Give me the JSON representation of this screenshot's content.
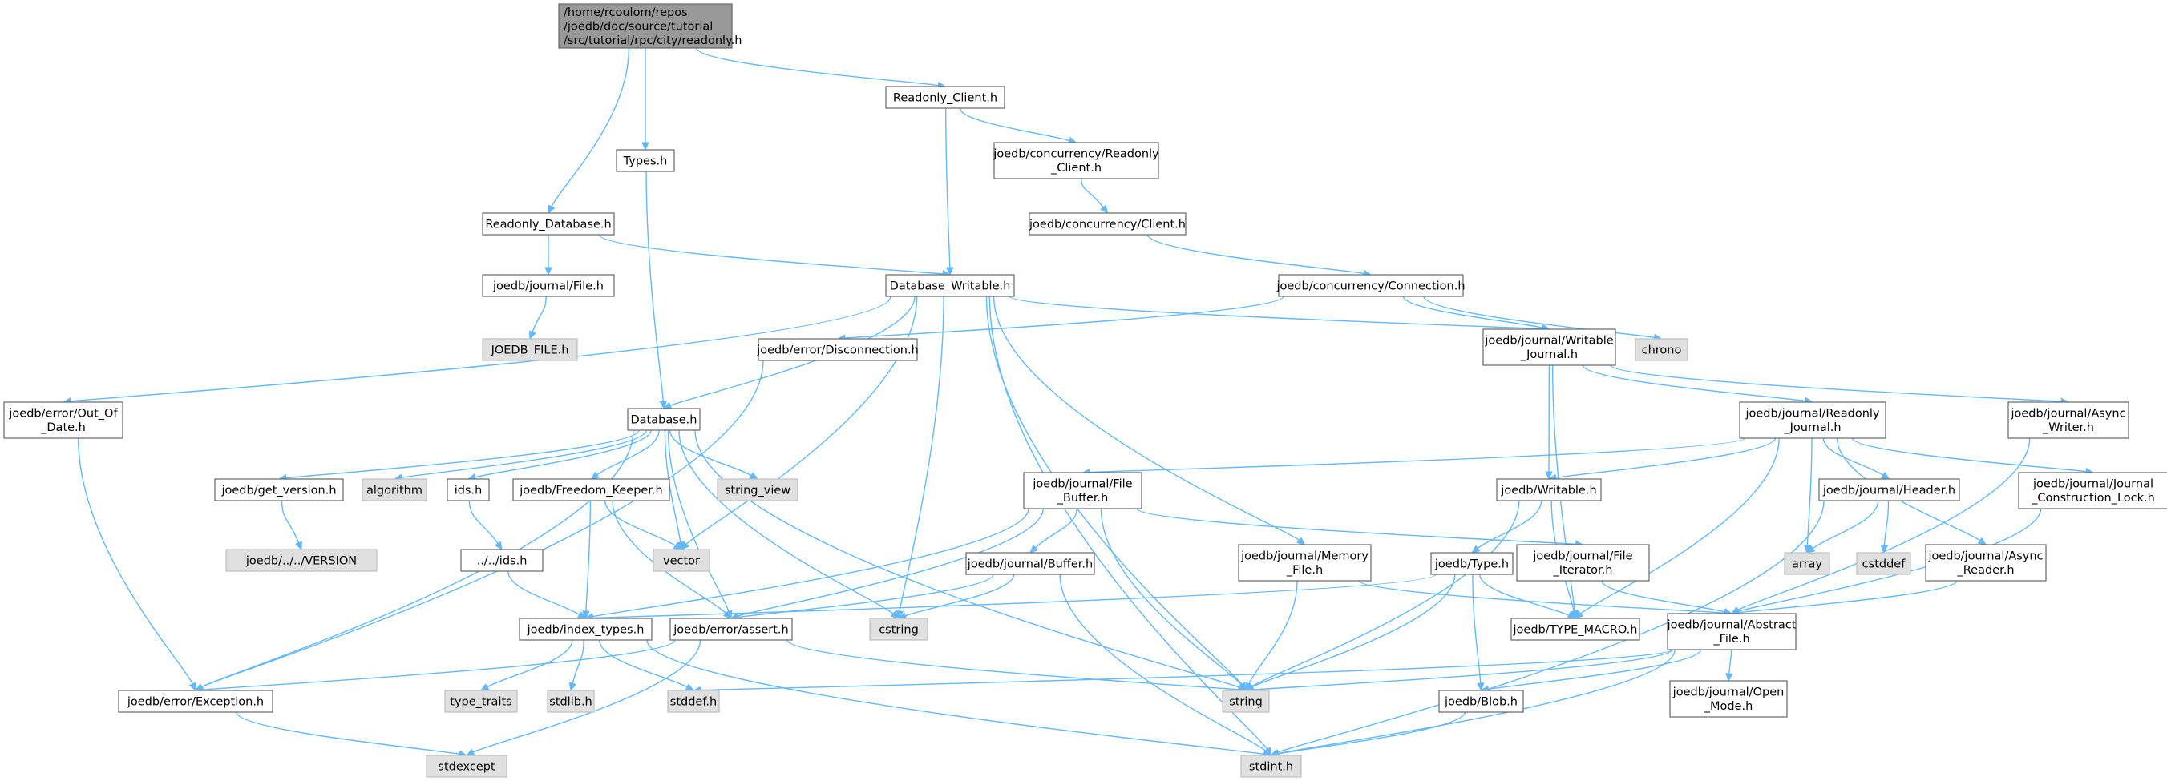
{
  "diagram": {
    "nodes": [
      {
        "id": "root",
        "style": "root",
        "lines": [
          "/home/rcoulom/repos",
          "/joedb/doc/source/tutorial",
          "/src/tutorial/rpc/city/readonly.h"
        ]
      },
      {
        "id": "readonly_client",
        "style": "normal",
        "lines": [
          "Readonly_Client.h"
        ]
      },
      {
        "id": "types",
        "style": "normal",
        "lines": [
          "Types.h"
        ]
      },
      {
        "id": "conc_readonly_client",
        "style": "normal",
        "lines": [
          "joedb/concurrency/Readonly",
          "_Client.h"
        ]
      },
      {
        "id": "conc_client",
        "style": "normal",
        "lines": [
          "joedb/concurrency/Client.h"
        ]
      },
      {
        "id": "readonly_database",
        "style": "normal",
        "lines": [
          "Readonly_Database.h"
        ]
      },
      {
        "id": "database_writable",
        "style": "normal",
        "lines": [
          "Database_Writable.h"
        ]
      },
      {
        "id": "conc_connection",
        "style": "normal",
        "lines": [
          "joedb/concurrency/Connection.h"
        ]
      },
      {
        "id": "journal_file",
        "style": "normal",
        "lines": [
          "joedb/journal/File.h"
        ]
      },
      {
        "id": "joedb_file",
        "style": "system",
        "lines": [
          "JOEDB_FILE.h"
        ]
      },
      {
        "id": "error_disconnection",
        "style": "normal",
        "lines": [
          "joedb/error/Disconnection.h"
        ]
      },
      {
        "id": "writable_journal",
        "style": "normal",
        "lines": [
          "joedb/journal/Writable",
          "_Journal.h"
        ]
      },
      {
        "id": "chrono",
        "style": "system",
        "lines": [
          "chrono"
        ]
      },
      {
        "id": "error_out_of_date",
        "style": "normal",
        "lines": [
          "joedb/error/Out_Of",
          "_Date.h"
        ]
      },
      {
        "id": "database",
        "style": "normal",
        "lines": [
          "Database.h"
        ]
      },
      {
        "id": "readonly_journal",
        "style": "normal",
        "lines": [
          "joedb/journal/Readonly",
          "_Journal.h"
        ]
      },
      {
        "id": "async_writer",
        "style": "normal",
        "lines": [
          "joedb/journal/Async",
          "_Writer.h"
        ]
      },
      {
        "id": "get_version",
        "style": "normal",
        "lines": [
          "joedb/get_version.h"
        ]
      },
      {
        "id": "algorithm",
        "style": "system",
        "lines": [
          "algorithm"
        ]
      },
      {
        "id": "ids",
        "style": "normal",
        "lines": [
          "ids.h"
        ]
      },
      {
        "id": "freedom_keeper",
        "style": "normal",
        "lines": [
          "joedb/Freedom_Keeper.h"
        ]
      },
      {
        "id": "string_view",
        "style": "system",
        "lines": [
          "string_view"
        ]
      },
      {
        "id": "file_buffer",
        "style": "normal",
        "lines": [
          "joedb/journal/File",
          "_Buffer.h"
        ]
      },
      {
        "id": "writable",
        "style": "normal",
        "lines": [
          "joedb/Writable.h"
        ]
      },
      {
        "id": "header",
        "style": "normal",
        "lines": [
          "joedb/journal/Header.h"
        ]
      },
      {
        "id": "construction_lock",
        "style": "normal",
        "lines": [
          "joedb/journal/Journal",
          "_Construction_Lock.h"
        ]
      },
      {
        "id": "version",
        "style": "system",
        "lines": [
          "joedb/../../VERSION"
        ]
      },
      {
        "id": "dotdot_ids",
        "style": "normal",
        "lines": [
          "../../ids.h"
        ]
      },
      {
        "id": "vector",
        "style": "system",
        "lines": [
          "vector"
        ]
      },
      {
        "id": "memory_file",
        "style": "normal",
        "lines": [
          "joedb/journal/Memory",
          "_File.h"
        ]
      },
      {
        "id": "buffer",
        "style": "normal",
        "lines": [
          "joedb/journal/Buffer.h"
        ]
      },
      {
        "id": "type",
        "style": "normal",
        "lines": [
          "joedb/Type.h"
        ]
      },
      {
        "id": "file_iterator",
        "style": "normal",
        "lines": [
          "joedb/journal/File",
          "_Iterator.h"
        ]
      },
      {
        "id": "array",
        "style": "system",
        "lines": [
          "array"
        ]
      },
      {
        "id": "cstddef",
        "style": "system",
        "lines": [
          "cstddef"
        ]
      },
      {
        "id": "async_reader",
        "style": "normal",
        "lines": [
          "joedb/journal/Async",
          "_Reader.h"
        ]
      },
      {
        "id": "index_types",
        "style": "normal",
        "lines": [
          "joedb/index_types.h"
        ]
      },
      {
        "id": "error_assert",
        "style": "normal",
        "lines": [
          "joedb/error/assert.h"
        ]
      },
      {
        "id": "cstring",
        "style": "system",
        "lines": [
          "cstring"
        ]
      },
      {
        "id": "type_macro",
        "style": "normal",
        "lines": [
          "joedb/TYPE_MACRO.h"
        ]
      },
      {
        "id": "abstract_file",
        "style": "normal",
        "lines": [
          "joedb/journal/Abstract",
          "_File.h"
        ]
      },
      {
        "id": "error_exception",
        "style": "normal",
        "lines": [
          "joedb/error/Exception.h"
        ]
      },
      {
        "id": "type_traits",
        "style": "system",
        "lines": [
          "type_traits"
        ]
      },
      {
        "id": "stdlib",
        "style": "system",
        "lines": [
          "stdlib.h"
        ]
      },
      {
        "id": "stddef",
        "style": "system",
        "lines": [
          "stddef.h"
        ]
      },
      {
        "id": "string",
        "style": "system",
        "lines": [
          "string"
        ]
      },
      {
        "id": "blob",
        "style": "normal",
        "lines": [
          "joedb/Blob.h"
        ]
      },
      {
        "id": "open_mode",
        "style": "normal",
        "lines": [
          "joedb/journal/Open",
          "_Mode.h"
        ]
      },
      {
        "id": "stdexcept",
        "style": "system",
        "lines": [
          "stdexcept"
        ]
      },
      {
        "id": "stdint",
        "style": "system",
        "lines": [
          "stdint.h"
        ]
      }
    ],
    "edges": [
      [
        "root",
        "readonly_client"
      ],
      [
        "root",
        "types"
      ],
      [
        "root",
        "readonly_database"
      ],
      [
        "readonly_client",
        "conc_readonly_client"
      ],
      [
        "readonly_client",
        "database_writable"
      ],
      [
        "conc_readonly_client",
        "conc_client"
      ],
      [
        "conc_client",
        "conc_connection"
      ],
      [
        "types",
        "database"
      ],
      [
        "readonly_database",
        "journal_file"
      ],
      [
        "readonly_database",
        "database_writable"
      ],
      [
        "journal_file",
        "joedb_file"
      ],
      [
        "conc_connection",
        "error_disconnection"
      ],
      [
        "conc_connection",
        "writable_journal"
      ],
      [
        "conc_connection",
        "chrono"
      ],
      [
        "database_writable",
        "error_out_of_date"
      ],
      [
        "database_writable",
        "database"
      ],
      [
        "database_writable",
        "vector"
      ],
      [
        "database_writable",
        "cstring"
      ],
      [
        "database_writable",
        "stdint"
      ],
      [
        "database_writable",
        "string"
      ],
      [
        "database_writable",
        "memory_file"
      ],
      [
        "database_writable",
        "writable_journal"
      ],
      [
        "error_disconnection",
        "error_exception"
      ],
      [
        "error_out_of_date",
        "error_exception"
      ],
      [
        "writable_journal",
        "readonly_journal"
      ],
      [
        "writable_journal",
        "async_writer"
      ],
      [
        "writable_journal",
        "writable"
      ],
      [
        "writable_journal",
        "type_macro"
      ],
      [
        "database",
        "error_exception"
      ],
      [
        "database",
        "get_version"
      ],
      [
        "database",
        "algorithm"
      ],
      [
        "database",
        "ids"
      ],
      [
        "database",
        "freedom_keeper"
      ],
      [
        "database",
        "vector"
      ],
      [
        "database",
        "string_view"
      ],
      [
        "database",
        "error_assert"
      ],
      [
        "database",
        "cstring"
      ],
      [
        "database",
        "string"
      ],
      [
        "get_version",
        "version"
      ],
      [
        "ids",
        "dotdot_ids"
      ],
      [
        "dotdot_ids",
        "index_types"
      ],
      [
        "freedom_keeper",
        "index_types"
      ],
      [
        "freedom_keeper",
        "vector"
      ],
      [
        "freedom_keeper",
        "error_assert"
      ],
      [
        "readonly_journal",
        "file_buffer"
      ],
      [
        "readonly_journal",
        "writable"
      ],
      [
        "readonly_journal",
        "header"
      ],
      [
        "readonly_journal",
        "construction_lock"
      ],
      [
        "readonly_journal",
        "array"
      ],
      [
        "readonly_journal",
        "async_reader"
      ],
      [
        "readonly_journal",
        "type_macro"
      ],
      [
        "async_writer",
        "abstract_file"
      ],
      [
        "file_buffer",
        "index_types"
      ],
      [
        "file_buffer",
        "error_assert"
      ],
      [
        "file_buffer",
        "buffer"
      ],
      [
        "file_buffer",
        "file_iterator"
      ],
      [
        "file_buffer",
        "string"
      ],
      [
        "writable",
        "type"
      ],
      [
        "writable",
        "type_macro"
      ],
      [
        "writable",
        "string"
      ],
      [
        "header",
        "array"
      ],
      [
        "header",
        "cstddef"
      ],
      [
        "header",
        "stdint"
      ],
      [
        "construction_lock",
        "abstract_file"
      ],
      [
        "async_reader",
        "abstract_file"
      ],
      [
        "memory_file",
        "abstract_file"
      ],
      [
        "memory_file",
        "string"
      ],
      [
        "buffer",
        "error_assert"
      ],
      [
        "buffer",
        "cstring"
      ],
      [
        "buffer",
        "stdint"
      ],
      [
        "type",
        "index_types"
      ],
      [
        "type",
        "type_macro"
      ],
      [
        "type",
        "blob"
      ],
      [
        "type",
        "string"
      ],
      [
        "file_iterator",
        "abstract_file"
      ],
      [
        "index_types",
        "type_traits"
      ],
      [
        "index_types",
        "stdlib"
      ],
      [
        "index_types",
        "stddef"
      ],
      [
        "index_types",
        "stdint"
      ],
      [
        "error_assert",
        "error_exception"
      ],
      [
        "error_assert",
        "stdexcept"
      ],
      [
        "error_assert",
        "string"
      ],
      [
        "abstract_file",
        "stddef"
      ],
      [
        "abstract_file",
        "string"
      ],
      [
        "abstract_file",
        "blob"
      ],
      [
        "abstract_file",
        "open_mode"
      ],
      [
        "abstract_file",
        "stdint"
      ],
      [
        "error_exception",
        "stdexcept"
      ],
      [
        "blob",
        "stdint"
      ]
    ]
  }
}
